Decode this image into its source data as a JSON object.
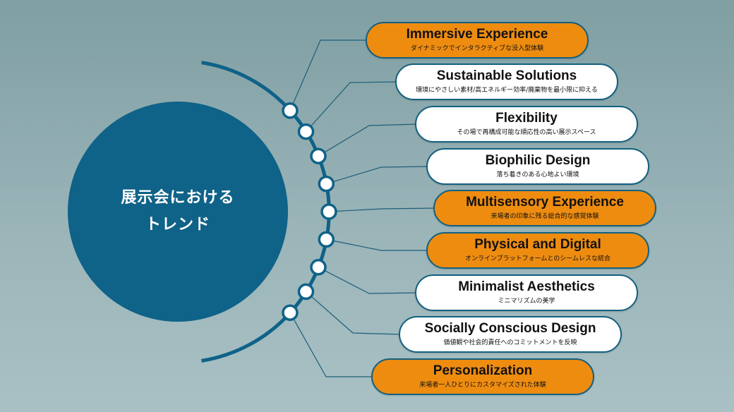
{
  "hub": {
    "title": "展示会における\nトレンド"
  },
  "colors": {
    "hub": "#0f6288",
    "arc": "#0f6288",
    "accent": "#ee8c10",
    "node_fill": "#ffffff",
    "connector": "#1d5e79"
  },
  "trends": [
    {
      "title": "Immersive Experience",
      "subtitle": "ダイナミックでインタラクティブな没入型体験",
      "style": "orange"
    },
    {
      "title": "Sustainable Solutions",
      "subtitle": "環境にやさしい素材/高エネルギー効率/廃棄物を最小限に抑える",
      "style": "white"
    },
    {
      "title": "Flexibility",
      "subtitle": "その場で再構成可能な順応性の高い展示スペース",
      "style": "white"
    },
    {
      "title": "Biophilic Design",
      "subtitle": "落ち着きのある心地よい環境",
      "style": "white"
    },
    {
      "title": "Multisensory Experience",
      "subtitle": "来場者の印象に残る総合的な感覚体験",
      "style": "orange"
    },
    {
      "title": "Physical and Digital",
      "subtitle": "オンラインプラットフォームとのシームレスな統合",
      "style": "orange"
    },
    {
      "title": "Minimalist Aesthetics",
      "subtitle": "ミニマリズムの美学",
      "style": "white"
    },
    {
      "title": "Socially Conscious Design",
      "subtitle": "価値観や社会的責任へのコミットメントを反映",
      "style": "white"
    },
    {
      "title": "Personalization",
      "subtitle": "来場者一人ひとりにカスタマイズされた体験",
      "style": "orange"
    }
  ]
}
